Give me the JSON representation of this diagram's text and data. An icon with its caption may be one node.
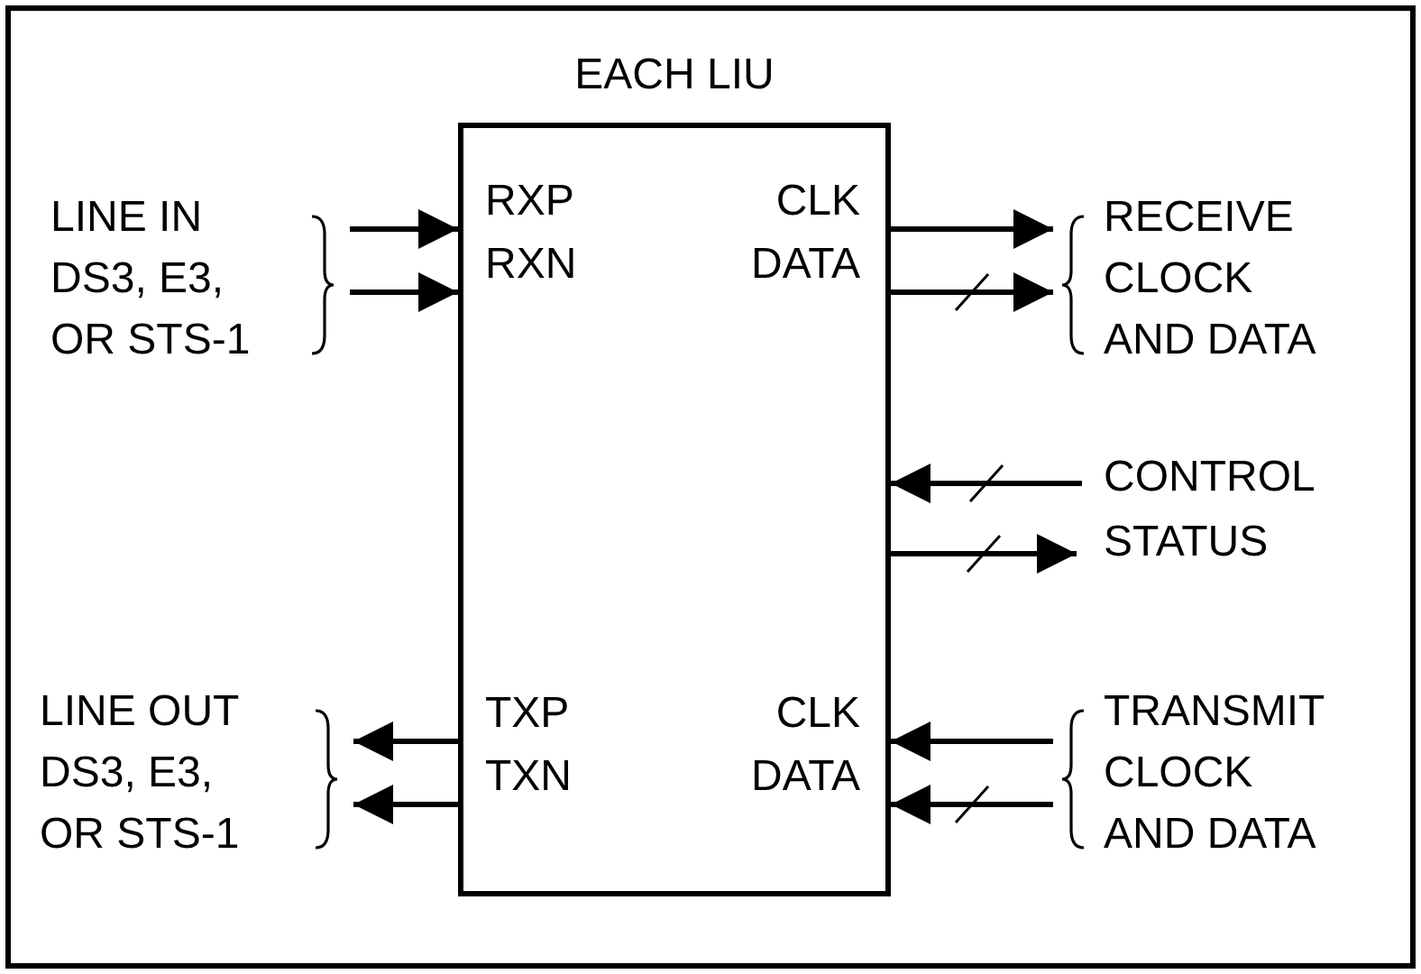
{
  "diagram": {
    "nodes": [
      {
        "text": [
          "EACH LIU"
        ]
      },
      {
        "text": [
          "LINE IN DS3, E3, OR STS-1"
        ]
      },
      {
        "text": [
          "RECEIVE CLOCK AND DATA"
        ]
      },
      {
        "text": [
          "CONTROL"
        ]
      },
      {
        "text": [
          "STATUS"
        ]
      },
      {
        "text": [
          "LINE OUT DS3, E3, OR STS-1"
        ]
      },
      {
        "text": [
          "TRANSMIT CLOCK AND DATA"
        ]
      }
    ],
    "edges": [
      {
        "from": 1,
        "to": 0,
        "arrow": "to"
      },
      {
        "from": 1,
        "to": 0,
        "arrow": "to"
      },
      {
        "from": 0,
        "to": 2,
        "arrow": "to"
      },
      {
        "from": 0,
        "to": 2,
        "arrow": "to"
      },
      {
        "from": 3,
        "to": 0,
        "arrow": "to"
      },
      {
        "from": 0,
        "to": 4,
        "arrow": "to"
      },
      {
        "from": 0,
        "to": 5,
        "arrow": "to"
      },
      {
        "from": 0,
        "to": 5,
        "arrow": "to"
      },
      {
        "from": 6,
        "to": 0,
        "arrow": "to"
      },
      {
        "from": 6,
        "to": 0,
        "arrow": "to"
      }
    ],
    "labels": [
      "RXP",
      "RXN",
      "CLK",
      "DATA",
      "TXP",
      "TXN",
      "CLK",
      "DATA"
    ]
  }
}
